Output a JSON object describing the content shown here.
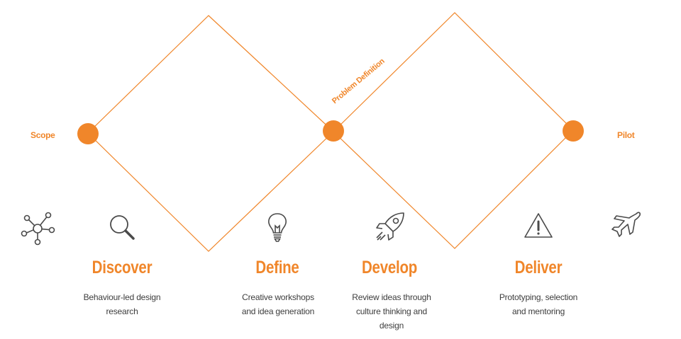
{
  "labels": {
    "scope": "Scope",
    "problem_definition": "Problem Definition",
    "pilot": "Pilot"
  },
  "colors": {
    "accent": "#f0862a",
    "icon": "#4a4a4a",
    "text": "#3d3d3d"
  },
  "phases": [
    {
      "title": "Discover",
      "icon": "magnifier-icon",
      "desc": [
        "Behaviour-led design",
        "research"
      ]
    },
    {
      "title": "Define",
      "icon": "lightbulb-icon",
      "desc": [
        "Creative workshops",
        "and idea generation"
      ]
    },
    {
      "title": "Develop",
      "icon": "rocket-icon",
      "desc": [
        "Review ideas through",
        "culture thinking and",
        "design"
      ]
    },
    {
      "title": "Deliver",
      "icon": "warning-icon",
      "desc": [
        "Prototyping, selection",
        "and mentoring"
      ]
    }
  ],
  "extra_icons": [
    "network-icon",
    "airplane-icon"
  ]
}
